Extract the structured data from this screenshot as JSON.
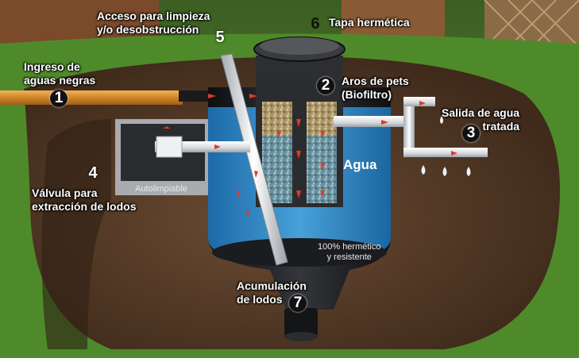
{
  "labels": {
    "ingreso": {
      "line1": "Ingreso de",
      "line2": "aguas negras",
      "number": "1"
    },
    "aros": {
      "line1": "Aros de pets",
      "line2": "(Biofiltro)",
      "number": "2"
    },
    "salida": {
      "line1": "Salida de agua",
      "line2": "tratada",
      "number": "3"
    },
    "valvula": {
      "line1": "Válvula para",
      "line2": "extracción de lodos",
      "number": "4"
    },
    "acceso": {
      "line1": "Acceso para limpieza",
      "line2": "y/o desobstrucción",
      "number": "5"
    },
    "tapa": {
      "line1": "Tapa hermética",
      "number": "6"
    },
    "acumulacion": {
      "line1": "Acumulación",
      "line2": "de lodos",
      "number": "7"
    }
  },
  "tank_text": {
    "agua": "Agua",
    "autolimpiable": "Autolimpiable",
    "hermetico_line1": "100% hermético",
    "hermetico_line2": "y resistente"
  },
  "colors": {
    "grass": "#4f8a2a",
    "soil": "#5a3f2b",
    "water": "#2f8fd0",
    "tank_dark": "#1c1d20",
    "pipe_orange": "#d9932f",
    "pipe_white": "#e6e8ea",
    "flow_arrow": "#e03a2a",
    "biofilter": "#b6a67a"
  }
}
